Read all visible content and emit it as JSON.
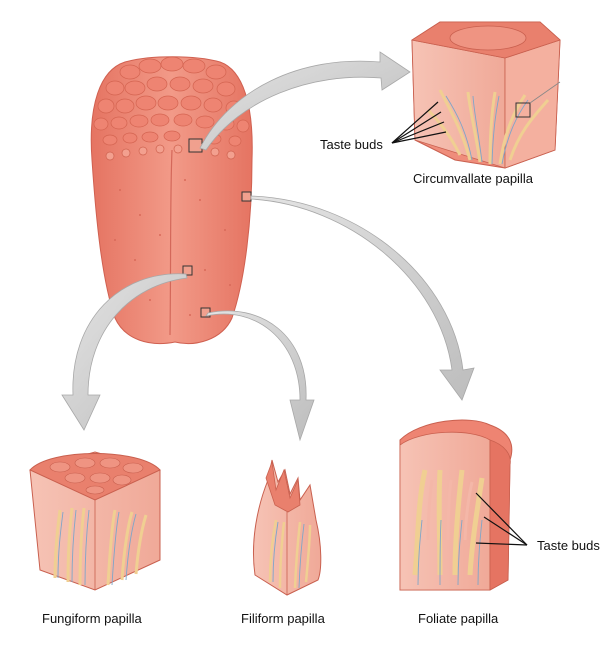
{
  "labels": {
    "circumvallate": "Circumvallate papilla",
    "taste_buds_top": "Taste buds",
    "fungiform": "Fungiform papilla",
    "filiform": "Filiform papilla",
    "foliate": "Foliate papilla",
    "taste_buds_bottom": "Taste buds"
  },
  "colors": {
    "tongue_surface": "#ef8a77",
    "tongue_dark": "#e06e5c",
    "tissue_inner": "#f4b7a8",
    "gland_yellow": "#f5d9a6",
    "nerve_blue": "#7fa6c8",
    "arrow_gray": "#c9c9c9",
    "arrow_edge": "#9e9e9e"
  }
}
